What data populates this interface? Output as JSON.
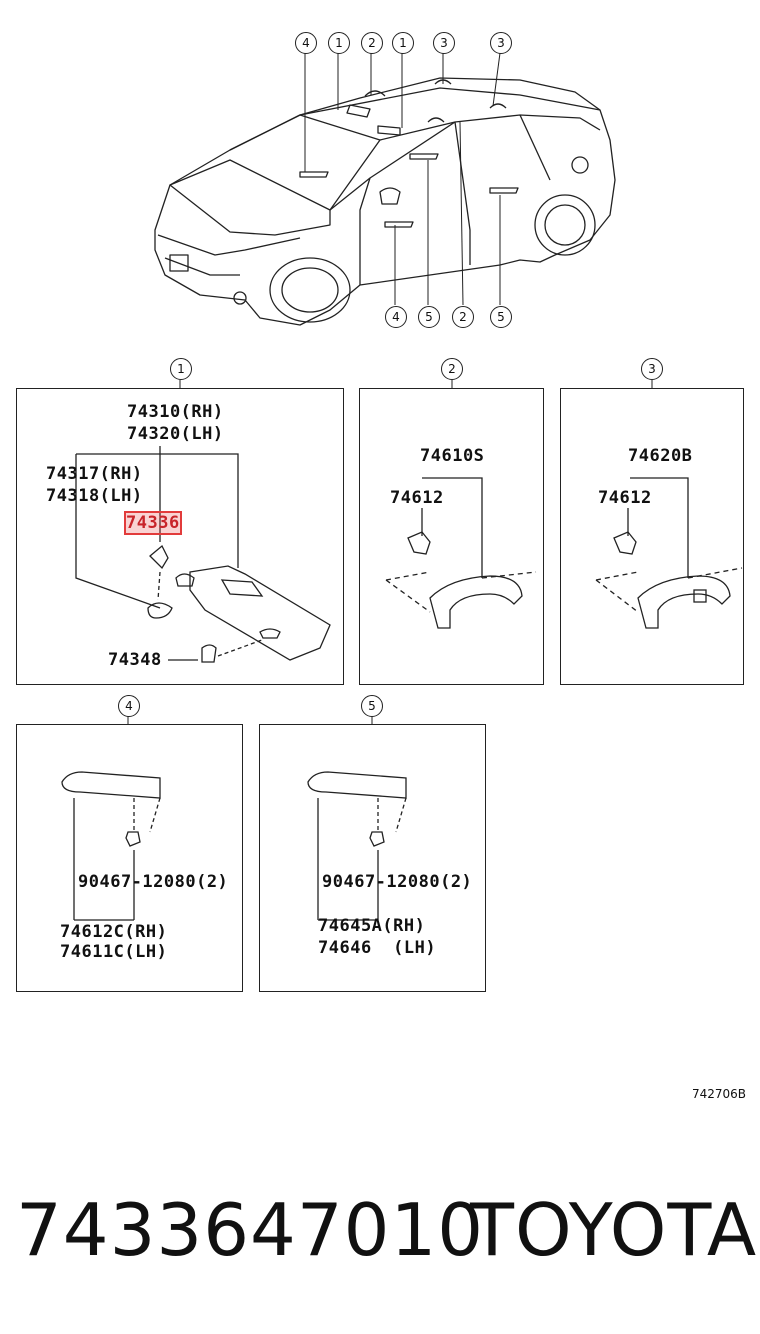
{
  "callouts": {
    "top": [
      "4",
      "1",
      "2",
      "1",
      "3",
      "3"
    ],
    "bottom": [
      "4",
      "5",
      "2",
      "5"
    ]
  },
  "sections": [
    {
      "id": "1",
      "labels": [
        "74310(RH)",
        "74320(LH)",
        "74317(RH)",
        "74318(LH)",
        "74336",
        "74348"
      ],
      "highlight": "74336"
    },
    {
      "id": "2",
      "labels": [
        "74610S",
        "74612"
      ]
    },
    {
      "id": "3",
      "labels": [
        "74620B",
        "74612"
      ]
    },
    {
      "id": "4",
      "labels": [
        "90467-12080(2)",
        "74612C(RH)",
        "74611C(LH)"
      ]
    },
    {
      "id": "5",
      "labels": [
        "90467-12080(2)",
        "74645A(RH)",
        "74646  (LH)"
      ]
    }
  ],
  "diagram_ref": "742706B",
  "footer": {
    "part_number": "7433647010",
    "brand": "TOYOTA"
  }
}
